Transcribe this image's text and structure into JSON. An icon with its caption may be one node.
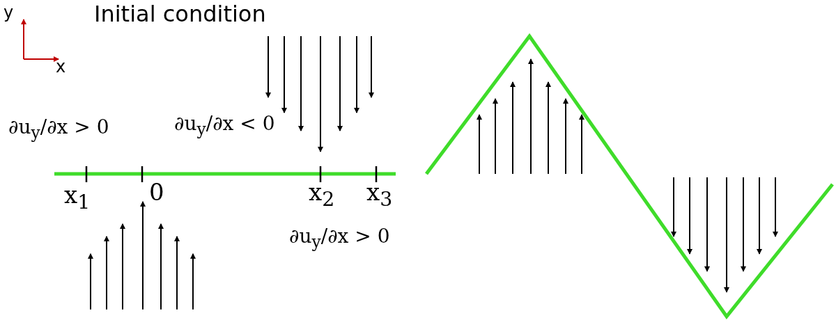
{
  "diagram": {
    "title": "Initial condition",
    "labels": [
      "y",
      "x",
      "∂u$_{y}$/∂x > 0",
      "∂u$_{y}$/∂x < 0",
      "x$_{1}$",
      "0",
      "x$_{2}$",
      "x$_{3}$",
      "∂u$_{y}$/∂x > 0"
    ]
  }
}
